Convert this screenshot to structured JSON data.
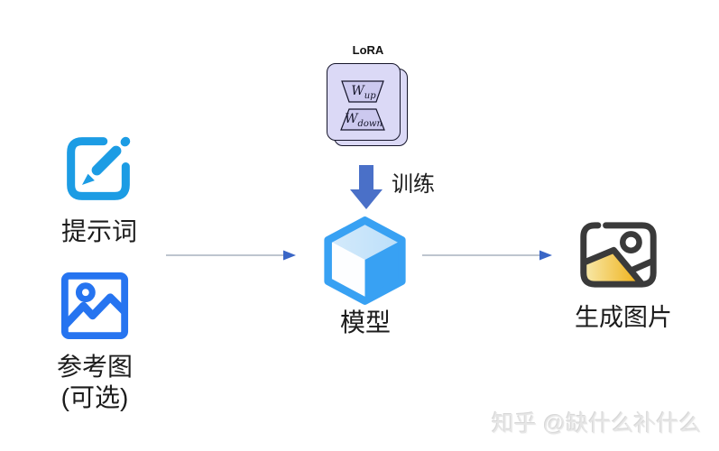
{
  "diagram": {
    "inputs": {
      "prompt": {
        "label": "提示词"
      },
      "reference": {
        "label": "参考图",
        "sublabel": "(可选)"
      }
    },
    "lora": {
      "title": "LoRA",
      "w_up": {
        "base": "W",
        "sub": "up"
      },
      "w_down": {
        "base": "W",
        "sub": "down"
      }
    },
    "train": {
      "label": "训练"
    },
    "model": {
      "label": "模型"
    },
    "output": {
      "label": "生成图片"
    }
  },
  "watermark": {
    "text": "知乎 @缺什么补什么"
  },
  "colors": {
    "edit_blue": "#1C9CE4",
    "ref_blue": "#2674F0",
    "cube_blue": "#38A1F3",
    "cube_top_light": "#BCDFF9",
    "cube_left_face": "#FDFEFF",
    "down_arrow_blue": "#4A70C8",
    "arrow_line_gray": "#A9B2BF",
    "arrow_head_blue": "#3A66C6",
    "lora_box_fill": "#DBD9F6",
    "lora_trap_fill": "#CCC9EF",
    "output_dark": "#3A3A3A",
    "output_gold": "#EFAF14",
    "output_gold_pale": "#F8ECB2"
  }
}
